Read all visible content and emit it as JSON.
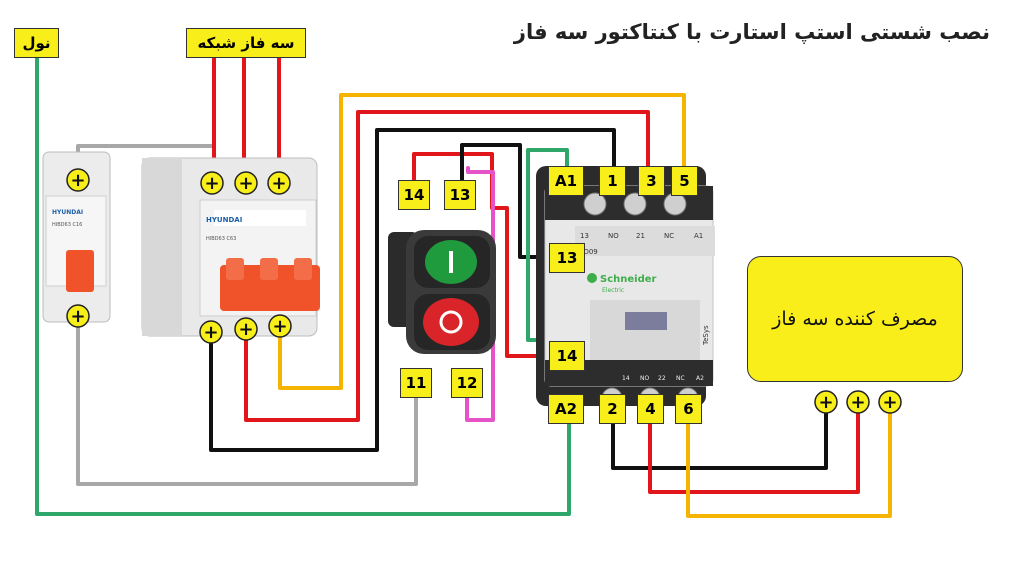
{
  "title": "نصب شستی استپ استارت با کنتاکتور سه فاز",
  "neutral_label": "نول",
  "three_phase_label": "سه فاز شبکه",
  "consumer_label": "مصرف کننده سه فاز",
  "mcb_brand": "HYUNDAI",
  "mcb_model": "HIBD63 C16",
  "breaker_brand": "HYUNDAI",
  "breaker_model": "HIBD63 C63",
  "contactor_brand": "Schneider",
  "contactor_subbrand": "Electric",
  "contactor_model": "LC1 D09",
  "contactor_series": "TeSys",
  "contactor_top_aux": [
    "13",
    "NO",
    "21",
    "NC",
    "A1"
  ],
  "contactor_bottom_aux": [
    "14",
    "NO",
    "22",
    "NC",
    "A2"
  ],
  "terminals": {
    "a1": "A1",
    "l1": "1",
    "l3": "3",
    "l5": "5",
    "a2": "A2",
    "t2": "2",
    "t4": "4",
    "t6": "6",
    "c13": "13",
    "c14": "14",
    "pb14": "14",
    "pb13": "13",
    "pb11": "11",
    "pb12": "12"
  },
  "plus_symbol": "+",
  "colors": {
    "label_yellow": "#f7ee1a",
    "wire_red": "#e0161b",
    "wire_black": "#111111",
    "wire_orange": "#f5b400",
    "wire_green": "#2fa66a",
    "wire_grey": "#a8a8a8",
    "wire_pink": "#e653c8",
    "button_green": "#1f9a3c",
    "button_red": "#d9252a",
    "breaker_lever": "#f0522a"
  }
}
